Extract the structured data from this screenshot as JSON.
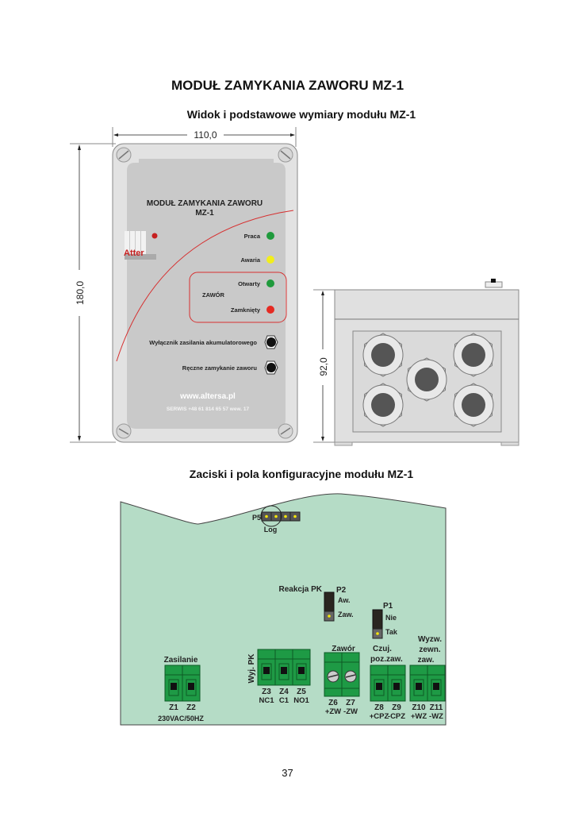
{
  "document": {
    "title": "MODUŁ ZAMYKANIA ZAWORU MZ-1",
    "section1_title": "Widok i podstawowe wymiary modułu MZ-1",
    "section2_title": "Zaciski i pola konfiguracyjne modułu MZ-1",
    "page_number": "37"
  },
  "front_view": {
    "dim_width": "110,0",
    "dim_height": "180,0",
    "panel_title_line1": "MODUŁ ZAMYKANIA ZAWORU",
    "panel_title_line2": "MZ-1",
    "logo_text": "Atter",
    "leds": [
      {
        "label": "Praca",
        "color": "#1f9a3c"
      },
      {
        "label": "Awaria",
        "color": "#f2ee1c"
      },
      {
        "label": "Otwarty",
        "color": "#1f9a3c"
      },
      {
        "label": "Zamknięty",
        "color": "#e52a22"
      }
    ],
    "valve_group_label": "ZAWÓR",
    "switches": [
      {
        "label": "Wyłącznik zasilania akumulatorowego"
      },
      {
        "label": "Ręczne zamykanie zaworu"
      }
    ],
    "website": "www.altersa.pl",
    "service": "SERWIS +48 61 814 65 57 wew. 17"
  },
  "side_view": {
    "dim_height": "92,0",
    "cable_glands": 5
  },
  "board": {
    "colors": {
      "pcb": "#b5dcc6",
      "terminal": "#1e9a45",
      "jumper": "#2a2520",
      "pin": "#f5e60a"
    },
    "p5": {
      "label": "P5",
      "sublabel": "Log"
    },
    "p2": {
      "label": "P2",
      "title": "Reakcja PK",
      "option_top": "Aw.",
      "option_bottom": "Zaw."
    },
    "p1": {
      "label": "P1",
      "option_top": "Nie",
      "option_bottom": "Tak"
    },
    "groups": {
      "zasilanie": "Zasilanie",
      "wyj_pk": "Wyj. PK",
      "zawor": "Zawór",
      "czuj_l1": "Czuj.",
      "czuj_l2": "poz.zaw.",
      "wyzw_l1": "Wyzw.",
      "wyzw_l2": "zewn.",
      "wyzw_l3": "zaw."
    },
    "terminals": [
      {
        "id": "Z1",
        "sub": ""
      },
      {
        "id": "Z2",
        "sub": ""
      },
      {
        "id": "Z3",
        "sub": "NC1"
      },
      {
        "id": "Z4",
        "sub": "C1"
      },
      {
        "id": "Z5",
        "sub": "NO1"
      },
      {
        "id": "Z6",
        "sub": "+ZW"
      },
      {
        "id": "Z7",
        "sub": "-ZW"
      },
      {
        "id": "Z8",
        "sub": "+CPZ"
      },
      {
        "id": "Z9",
        "sub": "-CPZ"
      },
      {
        "id": "Z10",
        "sub": "+WZ"
      },
      {
        "id": "Z11",
        "sub": "-WZ"
      }
    ],
    "power_spec": "230VAC/50HZ"
  }
}
